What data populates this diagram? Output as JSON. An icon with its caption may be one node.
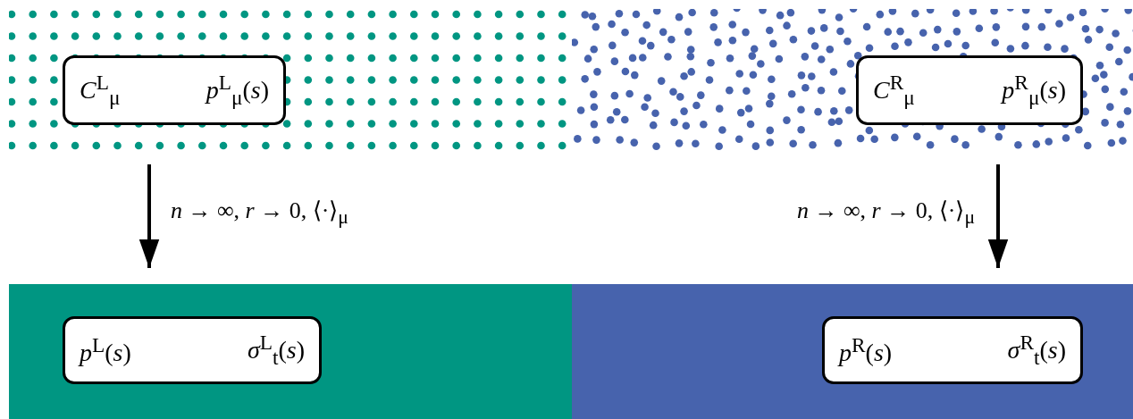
{
  "diagram": {
    "nodes": [
      {
        "text": [],
        "shape": "box"
      },
      {
        "text": [
          "*C*$^{L}$$_{μ}$",
          "*p*$^{L}$$_{μ}$(*s*)"
        ],
        "in": 0
      },
      {
        "text": [],
        "shape": "box"
      },
      {
        "text": [
          "*C*$^{R}$$_{μ}$",
          "*p*$^{R}$$_{μ}$(*s*)"
        ],
        "in": 2
      },
      {
        "text": [],
        "shape": "box"
      },
      {
        "text": [
          "*p*$^{L}$(*s*)",
          "*σ*$^{L}$$_{t}$(*s*)"
        ],
        "in": 4
      },
      {
        "text": [],
        "shape": "box"
      },
      {
        "text": [
          "*p*$^{R}$(*s*)",
          "*σ*$^{R}$$_{t}$(*s*)"
        ],
        "in": 6
      }
    ],
    "edges": [
      {
        "from": 0,
        "to": 4,
        "arrow": "to",
        "label": "*n* → ∞,  *r* → 0,  ⟨·⟩$_{μ}$"
      },
      {
        "from": 2,
        "to": 6,
        "arrow": "to",
        "label": "*n* → ∞,  *r* → 0,  ⟨·⟩$_{μ}$"
      }
    ]
  }
}
